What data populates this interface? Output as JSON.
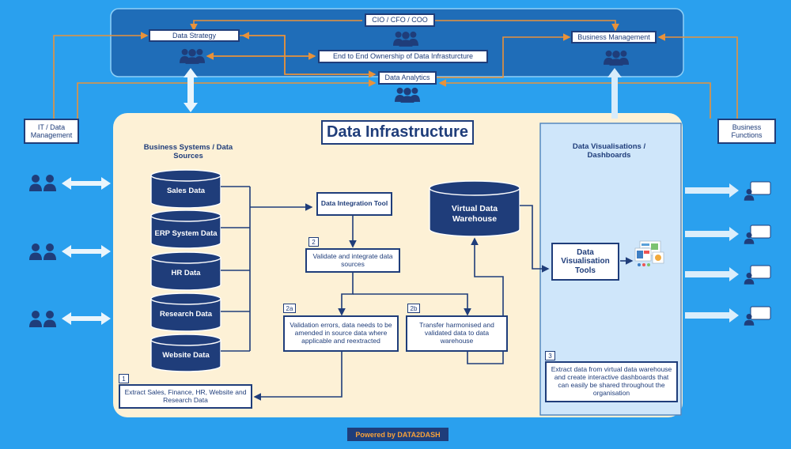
{
  "header": {
    "cio_label": "CIO / CFO / COO",
    "data_strategy": "Data Strategy",
    "business_management": "Business Management",
    "end_to_end": "End to End Ownership of Data Infrasturcture",
    "data_analytics": "Data Analytics"
  },
  "side": {
    "it_data_management": "IT / Data Management",
    "business_functions": "Business Functions"
  },
  "main": {
    "title": "Data Infrastructure",
    "sources_heading": "Business Systems / Data Sources",
    "sources": [
      "Sales Data",
      "ERP System Data",
      "HR Data",
      "Research Data",
      "Website Data"
    ],
    "integration_tool": "Data Integration Tool",
    "warehouse": "Virtual Data Warehouse",
    "vis_heading": "Data Visualisations / Dashboards",
    "vis_tools": "Data Visualisation Tools"
  },
  "steps": {
    "s1_num": "1",
    "s1_text": "Extract Sales, Finance, HR, Website and Research Data",
    "s2_num": "2",
    "s2_text": "Validate and integrate data sources",
    "s2a_num": "2a",
    "s2a_text": "Validation errors, data needs to be amended in source data where applicable and reextracted",
    "s2b_num": "2b",
    "s2b_text": "Transfer harmonised and validated data to data warehouse",
    "s3_num": "3",
    "s3_text": "Extract data from virtual data warehouse and create interactive dashboards that can easily be shared throughout the organisation"
  },
  "footer": {
    "powered_by": "Powered by DATA2DASH"
  },
  "icons": {
    "people": "people-group-icon",
    "user": "user-icon",
    "screen": "screen-icon",
    "dashboard": "dashboard-thumbnail-icon"
  },
  "colors": {
    "background": "#2aa0ee",
    "navy": "#1f3d7a",
    "orange_arrow": "#e8923a",
    "panel": "#fdf1d6",
    "dashboard_panel": "#cfe6fa"
  }
}
